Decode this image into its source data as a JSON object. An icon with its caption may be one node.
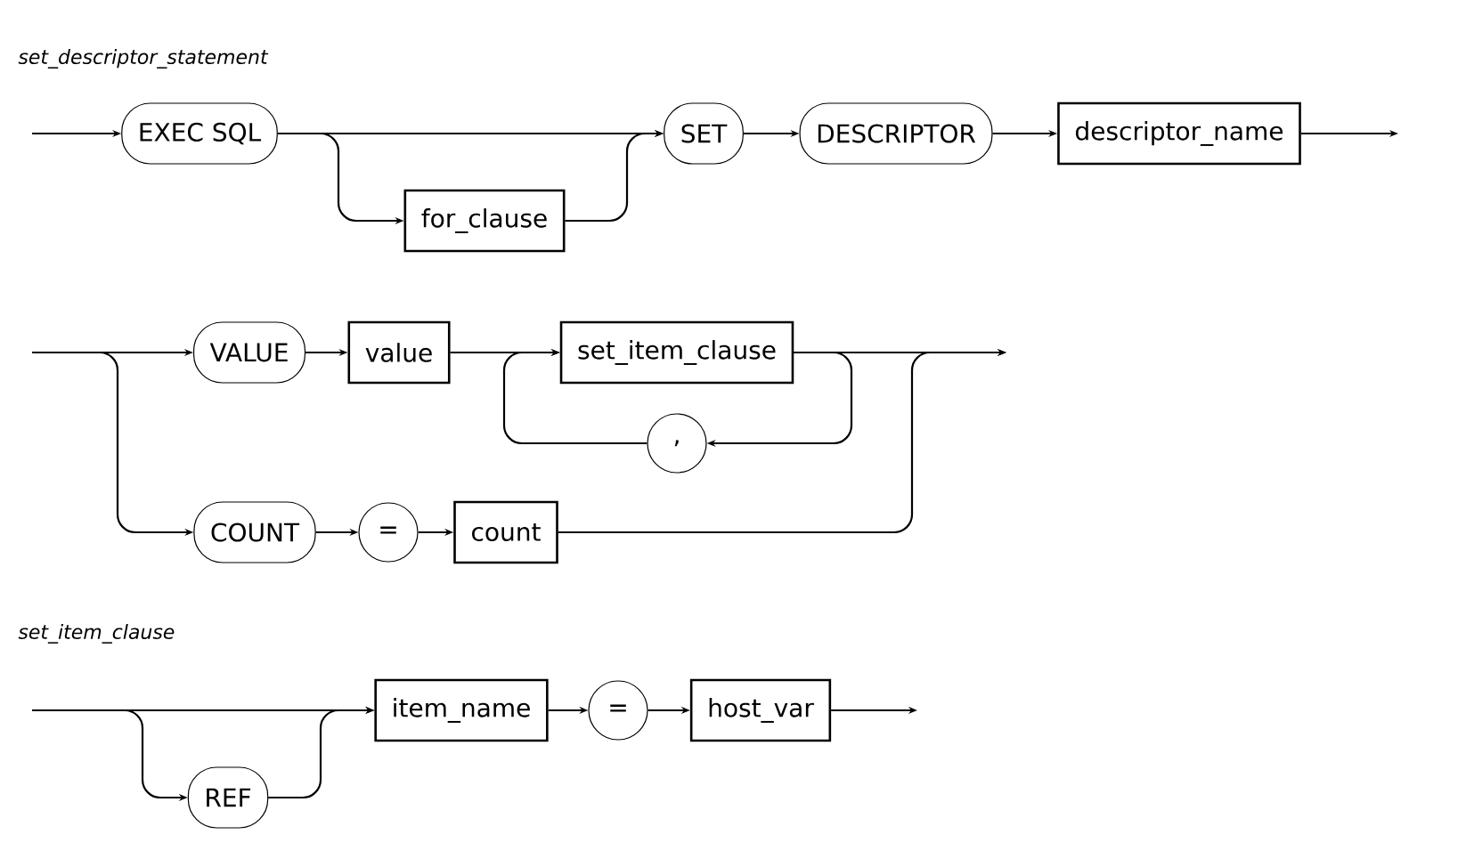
{
  "diagram": {
    "nodes": [
      {
        "text": [
          "EXEC SQL"
        ]
      },
      {
        "text": [
          "for_clause"
        ]
      },
      {
        "text": [
          "SET"
        ]
      },
      {
        "text": [
          "DESCRIPTOR"
        ]
      },
      {
        "text": [
          "descriptor_name"
        ]
      },
      {
        "text": [
          "VALUE"
        ]
      },
      {
        "text": [
          "value"
        ]
      },
      {
        "text": [
          "set_item_clause"
        ]
      },
      {
        "text": [
          ","
        ]
      },
      {
        "text": [
          "COUNT"
        ]
      },
      {
        "text": [
          "="
        ]
      },
      {
        "text": [
          "count"
        ]
      },
      {
        "text": [
          "REF"
        ]
      },
      {
        "text": [
          "item_name"
        ]
      },
      {
        "text": [
          "="
        ]
      },
      {
        "text": [
          "host_var"
        ]
      }
    ],
    "edges": [
      {
        "from": null,
        "to": 0,
        "arrow": "to"
      },
      {
        "from": 0,
        "to": 2,
        "arrow": "to"
      },
      {
        "from": 0,
        "to": 1,
        "arrow": "to"
      },
      {
        "from": 1,
        "to": 2,
        "arrow": "to"
      },
      {
        "from": 2,
        "to": 3,
        "arrow": "to"
      },
      {
        "from": 3,
        "to": 4,
        "arrow": "to"
      },
      {
        "from": 4,
        "to": null,
        "arrow": "to"
      },
      {
        "from": null,
        "to": 5,
        "arrow": "to"
      },
      {
        "from": null,
        "to": 9,
        "arrow": "to"
      },
      {
        "from": 5,
        "to": 6,
        "arrow": "to"
      },
      {
        "from": 6,
        "to": 7,
        "arrow": "to"
      },
      {
        "from": 7,
        "to": 8,
        "arrow": "to"
      },
      {
        "from": 8,
        "to": 7,
        "arrow": "to"
      },
      {
        "from": 9,
        "to": 10,
        "arrow": "to"
      },
      {
        "from": 10,
        "to": 11,
        "arrow": "to"
      },
      {
        "from": 7,
        "to": null,
        "arrow": "to"
      },
      {
        "from": 11,
        "to": null,
        "arrow": "to"
      },
      {
        "from": null,
        "to": 13,
        "arrow": "to"
      },
      {
        "from": null,
        "to": 12,
        "arrow": "to"
      },
      {
        "from": 12,
        "to": 13,
        "arrow": "to"
      },
      {
        "from": 13,
        "to": 14,
        "arrow": "to"
      },
      {
        "from": 14,
        "to": 15,
        "arrow": "to"
      },
      {
        "from": 15,
        "to": null,
        "arrow": "to"
      }
    ],
    "labels": [
      "set_descriptor_statement",
      "set_item_clause"
    ]
  }
}
